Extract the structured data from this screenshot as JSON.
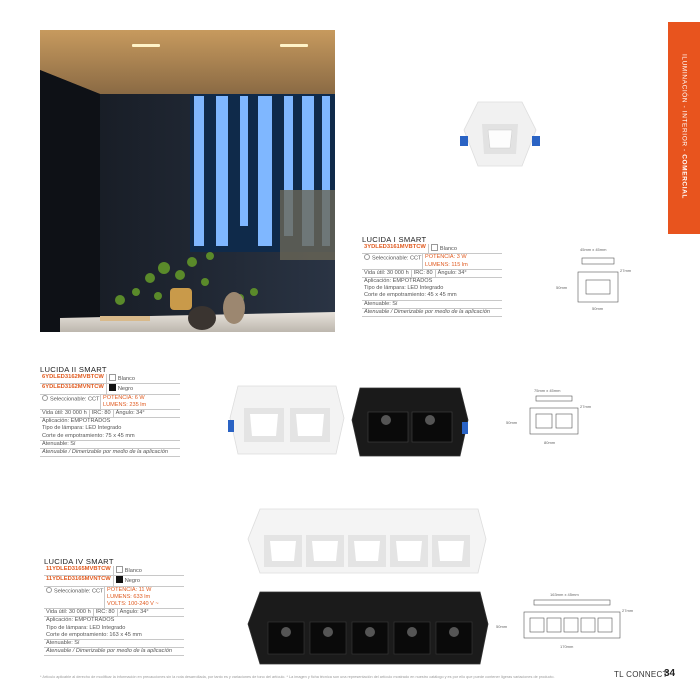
{
  "side_tab": {
    "prefix": "ILUMINACIÓN - INTERIOR - ",
    "strong": "COMERCIAL"
  },
  "colors": {
    "accent": "#e8541e",
    "code": "#e05a1f"
  },
  "product1": {
    "title": "LUCIDA I SMART",
    "code1": "3YDLED3161MVBTCW",
    "color1": "Blanco",
    "selectable": "Seleccionable: CCT",
    "power": "POTENCIA: 3 W",
    "lumens": "LUMENS: 115 lm",
    "life": "Vida útil: 30 000 h",
    "irc": "IRC: 80",
    "angle": "Ángulo: 34°",
    "app": "Aplicación: EMPOTRADOS",
    "lamp": "Tipo de lámpara: LED Integrado",
    "cut": "Corte de empotramiento: 45 x 45 mm",
    "dim": "Atenuable: Sí",
    "note": "Atenuable / Dimerizable por medio de la aplicación",
    "dims": {
      "top": "45mm x 45mm",
      "left": "50mm",
      "right": "27mm",
      "bottom": "50mm"
    }
  },
  "product2": {
    "title": "LUCIDA II SMART",
    "code1": "6YDLED3162MVBTCW",
    "color1": "Blanco",
    "code2": "6YDLED3162MVNTCW",
    "color2": "Negro",
    "selectable": "Seleccionable: CCT",
    "power": "POTENCIA: 6 W",
    "lumens": "LUMENS: 235 lm",
    "life": "Vida útil: 30 000 h",
    "irc": "IRC: 80",
    "angle": "Ángulo: 34°",
    "app": "Aplicación: EMPOTRADOS",
    "lamp": "Tipo de lámpara: LED Integrado",
    "cut": "Corte de empotramiento: 75 x 45 mm",
    "dim": "Atenuable: Sí",
    "note": "Atenuable / Dimerizable por medio de la aplicación",
    "dims": {
      "top": "75mm x 45mm",
      "left": "50mm",
      "right": "27mm",
      "bottom": "80mm"
    }
  },
  "product3": {
    "title": "LUCIDA IV SMART",
    "code1": "11YDLED3165MVBTCW",
    "color1": "Blanco",
    "code2": "11YDLED3165MVNTCW",
    "color2": "Negro",
    "selectable": "Seleccionable: CCT",
    "power": "POTENCIA: 11 W",
    "lumens": "LUMENS: 633 lm",
    "volts": "VOLTS: 100-240 V ~",
    "life": "Vida útil: 30 000 h",
    "irc": "IRC: 80",
    "angle": "Ángulo: 34°",
    "app": "Aplicación: EMPOTRADOS",
    "lamp": "Tipo de lámpara: LED Integrado",
    "cut": "Corte de empotramiento: 163 x 45 mm",
    "dim": "Atenuable: Sí",
    "note": "Atenuable / Dimerizable por medio de la aplicación",
    "dims": {
      "top": "163mm x 45mm",
      "left": "50mm",
      "right": "27mm",
      "bottom": "170mm"
    }
  },
  "footer": {
    "note": "* Artículo aplicable al derecho de modificar la información en precauciones sin la nota desarrollada, por tanto es y variaciones de tono del artículo.   * La imagen y ficha técnica son una representación del artículo mostrado en nuestro catálogo y es por ello que puede contener ligeras variaciones de producto.",
    "brand": "TL CONNECT",
    "page": "34"
  }
}
